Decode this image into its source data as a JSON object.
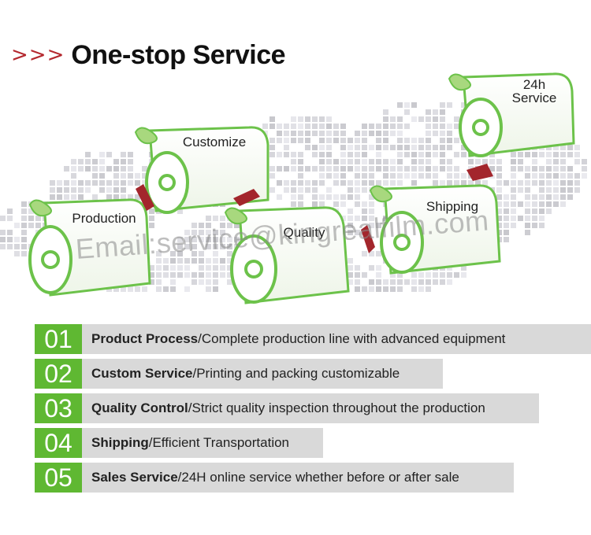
{
  "header": {
    "chevrons": ">>>",
    "title": "One-stop Service"
  },
  "rolls": [
    {
      "label": "Production"
    },
    {
      "label": "Customize"
    },
    {
      "label": "Quality"
    },
    {
      "label": "Shipping"
    },
    {
      "label_line1": "24h",
      "label_line2": "Service"
    }
  ],
  "watermark": "Email:service@kingrealfilm.com",
  "services": [
    {
      "num": "01",
      "title": "Product Process",
      "desc": "/Complete production line with advanced equipment"
    },
    {
      "num": "02",
      "title": "Custom Service",
      "desc": "/Printing and packing customizable"
    },
    {
      "num": "03",
      "title": "Quality Control",
      "desc": "/Strict quality inspection throughout the production"
    },
    {
      "num": "04",
      "title": "Shipping",
      "desc": "/Efficient Transportation"
    },
    {
      "num": "05",
      "title": "Sales Service",
      "desc": "/24H online service whether before or after sale"
    }
  ],
  "colors": {
    "accent_green": "#5fb832",
    "roll_green": "#6cc24a",
    "arrow_red": "#a3262c",
    "bar_grey": "#d9d9d9",
    "chevron_red": "#b4282e"
  }
}
